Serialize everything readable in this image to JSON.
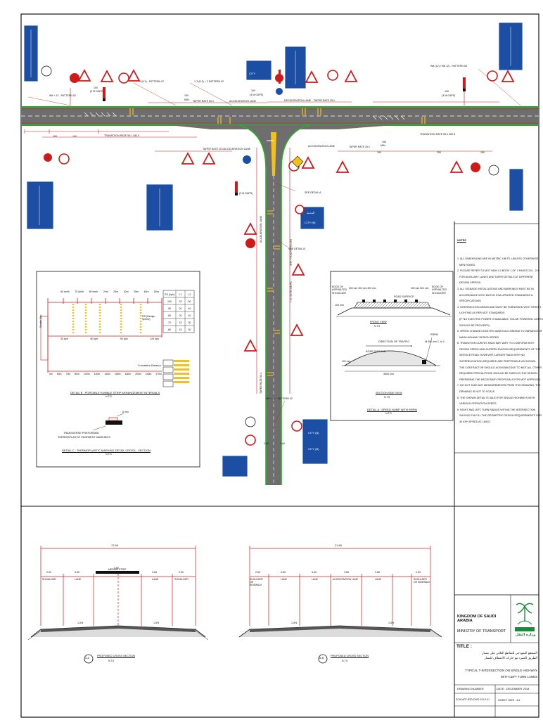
{
  "plan_labels": {
    "w6_left": "W6 + 12 - PATTERN 02",
    "gaps_left": "(3 M GAPS)",
    "dim_100": "100",
    "dim_110": "110",
    "min_left": "MIN.",
    "y62": "Y (6.2) - PATTERN 07",
    "y3": "Y 3 (6.2) + 3 PATTERN 42",
    "taper_50": "TAPER RATE 50:1",
    "accel_lane": "ACCELERATION LANE",
    "decel_lane": "DECELERATION LANE",
    "taper_25": "TAPER RATE 25:1",
    "transition_left": "TRANSITION RATE 50:1 282.5",
    "taper_20": "TAPER RATE 20:1",
    "accel_lane2": "ACCELERATION LANE",
    "taper_25b": "TAPER RATE 25:1",
    "transition_right": "TRANSITION RATE 50:1 282.5",
    "w8_right": "W8 (12) / W8 12) - PATTERN 08",
    "dim_100b": "100",
    "gaps_right": "(3 M GAPS)",
    "dim_150": "150",
    "min_right": "MIN.",
    "dim_190": "190",
    "dim_250": "250",
    "dim_150b": "150",
    "see_detail_a": "SEE DETAIL A",
    "see_detail_b": "SEE DETAIL B",
    "accel_vert": "ACCELERATION LANE",
    "decel_vert": "DECELERATION LANE",
    "taper_vert": "TAPER RATE 25:1",
    "taper_vert2": "TAPER RATE 50:1",
    "w6_lower": "W6 + 12 - PATTERN 02",
    "gaps_vert": "(3 M GAPS)",
    "dim_2_60": "2.60",
    "dim_3_60": "3.60"
  },
  "signs": {
    "city": "CITY",
    "city_b": "CITY (B)",
    "city_arabic": "المدينة"
  },
  "detail_b": {
    "title": "DETAIL B : PORTABLE RUMBLE STRIP ARRANGEMENT INTERVALS",
    "nts": "N.T.S",
    "top_speeds": [
      "60 km/h",
      "70 km/h",
      "80 km/h",
      "20m",
      "25m",
      "30m",
      "35m",
      "40m",
      "50m"
    ],
    "design_speed": "DS (Design Speed)",
    "bottom_speeds": [
      "30 kph",
      "60 kph",
      "90 kph",
      "120 kph"
    ],
    "cumulative": "Cumulative Distance",
    "cum_values": [
      "0m",
      "60m",
      "70m",
      "80m",
      "100m",
      "120m",
      "140m",
      "160m",
      "180m",
      "200m",
      "240m",
      "270m"
    ],
    "table_headers": [
      "DS (kph)",
      "L1",
      "L2"
    ],
    "table_rows": [
      [
        "100",
        "25",
        "50"
      ],
      [
        "90",
        "20",
        "40"
      ],
      [
        "80",
        "20",
        "40"
      ],
      [
        "70",
        "15",
        "30"
      ],
      [
        "60",
        "15",
        "30"
      ]
    ],
    "rumble_label": "Rumble Strip"
  },
  "detail_c": {
    "title": "DETAIL C : THERMOPLASTIC MARKING DETAIL CROSS - SECTION",
    "nts": "N.T.S",
    "label1": "TRANSVERSE PREFORMED",
    "label2": "THERMOPLASTIC PAVEMENT MARKINGS",
    "dim": "6 mm"
  },
  "detail_a": {
    "title": "DETAIL A : SPEED HUMP WITH RRPM",
    "nts": "N.T.S",
    "edge_left": "EDGE OF ASPHALTED SHOULDER",
    "edge_right": "EDGE OF ASPHALTED SHOULDER",
    "road_surface": "ROAD SURFACE",
    "front_view": "FRONT VIEW",
    "front_nts": "N.T.S",
    "direction": "DIRECTION OF TRAFFIC",
    "road_surface2": "ROAD SURFACE",
    "rrpm": "RRPM",
    "rrpm_spacing": "@ 300 mm C. to C.",
    "w3600": "3600 mm",
    "side_view": "SECTION SIDE VIEW",
    "side_nts": "N.T.S",
    "h100": "100 mm",
    "h100b": "100 mm",
    "w600": "600 mm 300 mm 300 mm",
    "w300": "300 mm 600 mm"
  },
  "notes": {
    "heading": "NOTES",
    "items": [
      "1. ALL DIMENSIONS ARE IN METRIC UNITS, UNLESS OTHERWISE",
      "   MENTIONED.",
      "2. PLEASE REFER TO MOT HDM V.2 BOOK 1 OF 2 PAGES 215 - 219",
      "   FOR AUXILIARY LANES AND TAPER DETAILS AT DIFFERENT",
      "   DESIGN SPEEDS.",
      "3. ALL SIGNAGE INSTALLATIONS AND MARKINGS MUST BE IN",
      "   ACCORDANCE WITH MUTCD KSA UPDATED STANDARDS &",
      "   SPECIFICATIONS.",
      "4. INTERSECTION AREAS AND MUST BE FURNISHED WITH STREET",
      "   LIGHTING AS PER MOT STANDARDS",
      "   (IF NO ELECTRIC POWER IS AVAILABLE, SOLAR POWERED LIGHTS",
      "   SHOULD BE PROVIDED).",
      "5. SPEED CHANGE LENGTHS VARIES ACCORDING TO VARIANCE OF",
      "   MAIN HIGHWAY DESIGN SPEED.",
      "6. TRANSITION CURVES RADII MAY VARY TO CONFORM WITH",
      "   DESIGN SPEED AND SUPERELEVATION REQUIREMENTS OF THE",
      "   SERVICE ROAD HOWEVER, LARGER RADII WITH NO",
      "   SUPERELEVATION REQUIRED ARE PREFERABLE AS SHOWN.",
      "   THE CONTRACTOR SHOULD ACKNOWLEDGE TO MOT ALL OTHER",
      "   REQUIRED PRECAUTIONS SHOULD BE TAKEN IN THE DESIGN.",
      "   PREPARING THE NECESSARY PROPOSALS FOR MOT APPROVAL.",
      "7. DO NOT TAKE ANY MEASUREMENTS FROM THIS DRAWING. THE",
      "   DRAWING IS NOT TO SCALE.",
      "8. THE SHOWN DETAIL IS VALID FOR SINGLE HIGHWAYS WITH",
      "   VARIOUS OPERATION SPEED.",
      "9. RIGHT AND LEFT TURN RADIUS WITHIN THE INTERSECTION",
      "   SHOULD FULFILL THE GEOMETRIC DESIGN REQUIREMENTS FOR",
      "   30 KPH SPEED AT LEAST."
    ]
  },
  "section_aa": {
    "total": "17.60",
    "dims": [
      "2.50",
      "3.65",
      "3.60",
      "3.65",
      "2.50"
    ],
    "labels": [
      "SHOULDER",
      "LANE",
      "MEDIAN STRIP",
      "LANE",
      "SHOULDER"
    ],
    "slope_left": "1.5%",
    "slope_right": "1.5%",
    "title": "PROPOSED CROSS SECTION",
    "nts": "N.T.S",
    "marker": "A-A"
  },
  "section_bb": {
    "total": "21.60",
    "dims": [
      "2.50",
      "3.65",
      "3.60",
      "3.65",
      "3.65",
      "2.50"
    ],
    "labels": [
      "SHOULDER OR SIDEWALK",
      "LANE",
      "LANE",
      "ACCELERATION LANE",
      "LANE",
      "SHOULDER OR SIDEWALK"
    ],
    "slope_left": "1.5%",
    "slope_right": "1.5%",
    "title": "PROPOSED CROSS SECTION",
    "nts": "N.T.S",
    "marker": "B-B"
  },
  "title_block": {
    "country": "KINGDOM OF SAUDI ARABIA",
    "ministry": "MINISTRY OF TRANSPORT",
    "logo_text": "وزارة النقل",
    "title_label": "TITLE :",
    "arabic_line1": "المقطع النموذجي للتقاطع الثلاثي على مسار",
    "arabic_line2": "الطريق المفرد مع حارات الانعطاف لليسار",
    "title_line1": "TYPICAL T-INTERSECTION ON SINGLE HIGHWAY",
    "title_line2": "WITH LEFT TURN LANES",
    "drawing_number_label": "DRAWING NUMBER",
    "date_label": "DATE : DECEMBER 2018",
    "drawing_number": "SCH-MOT-RSD-DWG-101-0-01",
    "sheet_size": "SHEET SIZE : A1"
  },
  "colors": {
    "road": "#6e6e6e",
    "edge_green": "#25b324",
    "marking_red": "#d01a1a",
    "sign_blue": "#1c4fa3",
    "yellow": "#f2c21b"
  }
}
